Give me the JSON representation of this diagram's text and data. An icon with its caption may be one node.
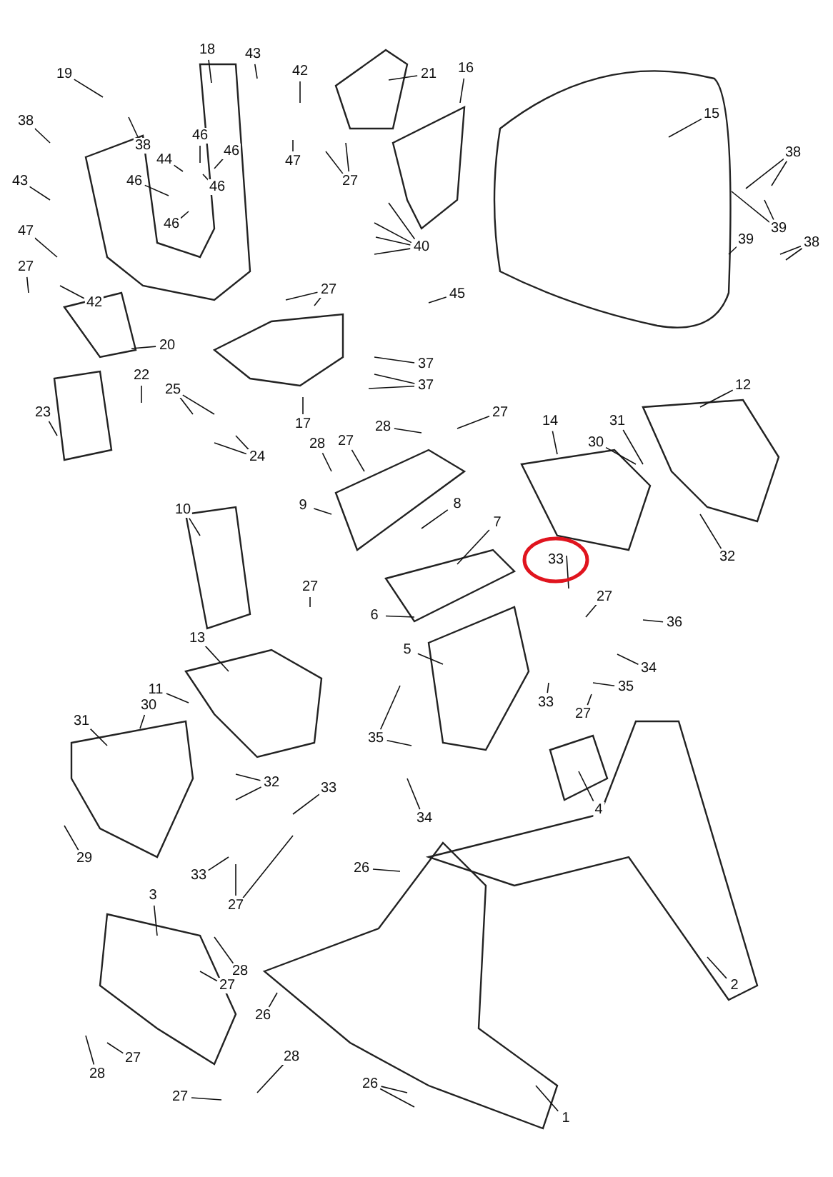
{
  "diagram": {
    "nodes": [
      {
        "text": [
          "19"
        ]
      },
      {
        "text": [
          "18"
        ]
      },
      {
        "text": [
          "43"
        ]
      },
      {
        "text": [
          "42"
        ]
      },
      {
        "text": [
          "21"
        ]
      },
      {
        "text": [
          "16"
        ]
      },
      {
        "text": [
          "15"
        ]
      },
      {
        "text": [
          "38"
        ]
      },
      {
        "text": [
          "38"
        ]
      },
      {
        "text": [
          "44"
        ]
      },
      {
        "text": [
          "46"
        ]
      },
      {
        "text": [
          "46"
        ]
      },
      {
        "text": [
          "47"
        ]
      },
      {
        "text": [
          "27"
        ]
      },
      {
        "text": [
          "38"
        ]
      },
      {
        "text": [
          "43"
        ]
      },
      {
        "text": [
          "46"
        ]
      },
      {
        "text": [
          "46"
        ]
      },
      {
        "text": [
          "46"
        ]
      },
      {
        "text": [
          "39"
        ]
      },
      {
        "text": [
          "47"
        ]
      },
      {
        "text": [
          "39"
        ]
      },
      {
        "text": [
          "38"
        ]
      },
      {
        "text": [
          "40"
        ]
      },
      {
        "text": [
          "27"
        ]
      },
      {
        "text": [
          "42"
        ]
      },
      {
        "text": [
          "27"
        ]
      },
      {
        "text": [
          "45"
        ]
      },
      {
        "text": [
          "20"
        ]
      },
      {
        "text": [
          "37"
        ]
      },
      {
        "text": [
          "37"
        ]
      },
      {
        "text": [
          "22"
        ]
      },
      {
        "text": [
          "25"
        ]
      },
      {
        "text": [
          "23"
        ]
      },
      {
        "text": [
          "12"
        ]
      },
      {
        "text": [
          "28"
        ]
      },
      {
        "text": [
          "27"
        ]
      },
      {
        "text": [
          "14"
        ]
      },
      {
        "text": [
          "31"
        ]
      },
      {
        "text": [
          "17"
        ]
      },
      {
        "text": [
          "30"
        ]
      },
      {
        "text": [
          "28"
        ]
      },
      {
        "text": [
          "27"
        ]
      },
      {
        "text": [
          "24"
        ]
      },
      {
        "text": [
          "9"
        ]
      },
      {
        "text": [
          "8"
        ]
      },
      {
        "text": [
          "10"
        ]
      },
      {
        "text": [
          "7"
        ]
      },
      {
        "text": [
          "32"
        ]
      },
      {
        "text": [],
        "shape": "circle"
      },
      {
        "text": [
          "33"
        ],
        "in": 49
      },
      {
        "text": [
          "27"
        ]
      },
      {
        "text": [
          "27"
        ]
      },
      {
        "text": [
          "6"
        ]
      },
      {
        "text": [
          "36"
        ]
      },
      {
        "text": [
          "13"
        ]
      },
      {
        "text": [
          "5"
        ]
      },
      {
        "text": [
          "34"
        ]
      },
      {
        "text": [
          "35"
        ]
      },
      {
        "text": [
          "11"
        ]
      },
      {
        "text": [
          "30"
        ]
      },
      {
        "text": [
          "33"
        ]
      },
      {
        "text": [
          "27"
        ]
      },
      {
        "text": [
          "31"
        ]
      },
      {
        "text": [
          "35"
        ]
      },
      {
        "text": [
          "32"
        ]
      },
      {
        "text": [
          "33"
        ]
      },
      {
        "text": [
          "4"
        ]
      },
      {
        "text": [
          "34"
        ]
      },
      {
        "text": [
          "29"
        ]
      },
      {
        "text": [
          "33"
        ]
      },
      {
        "text": [
          "26"
        ]
      },
      {
        "text": [
          "27"
        ]
      },
      {
        "text": [
          "3"
        ]
      },
      {
        "text": [
          "28"
        ]
      },
      {
        "text": [
          "27"
        ]
      },
      {
        "text": [
          "2"
        ]
      },
      {
        "text": [
          "26"
        ]
      },
      {
        "text": [
          "28"
        ]
      },
      {
        "text": [
          "27"
        ]
      },
      {
        "text": [
          "28"
        ]
      },
      {
        "text": [
          "27"
        ]
      },
      {
        "text": [
          "26"
        ]
      },
      {
        "text": [
          "1"
        ]
      }
    ],
    "edges": [
      {
        "from": 0,
        "to": null,
        "arrow": "none"
      },
      {
        "from": 1,
        "to": null,
        "arrow": "none"
      },
      {
        "from": 2,
        "to": null,
        "arrow": "none"
      },
      {
        "from": 3,
        "to": null,
        "arrow": "none"
      },
      {
        "from": 4,
        "to": null,
        "arrow": "none"
      },
      {
        "from": 5,
        "to": null,
        "arrow": "none"
      },
      {
        "from": 6,
        "to": null,
        "arrow": "none"
      },
      {
        "from": 7,
        "to": null,
        "arrow": "none"
      },
      {
        "from": 8,
        "to": null,
        "arrow": "none"
      },
      {
        "from": 9,
        "to": null,
        "arrow": "none"
      },
      {
        "from": 10,
        "to": null,
        "arrow": "none"
      },
      {
        "from": 11,
        "to": null,
        "arrow": "none"
      },
      {
        "from": 12,
        "to": null,
        "arrow": "none"
      },
      {
        "from": 13,
        "to": null,
        "arrow": "none"
      },
      {
        "from": 13,
        "to": null,
        "arrow": "none"
      },
      {
        "from": 14,
        "to": null,
        "arrow": "none"
      },
      {
        "from": 14,
        "to": null,
        "arrow": "none"
      },
      {
        "from": 15,
        "to": null,
        "arrow": "none"
      },
      {
        "from": 16,
        "to": null,
        "arrow": "none"
      },
      {
        "from": 17,
        "to": null,
        "arrow": "none"
      },
      {
        "from": 18,
        "to": null,
        "arrow": "none"
      },
      {
        "from": 19,
        "to": null,
        "arrow": "none"
      },
      {
        "from": 19,
        "to": null,
        "arrow": "none"
      },
      {
        "from": 20,
        "to": null,
        "arrow": "none"
      },
      {
        "from": 21,
        "to": null,
        "arrow": "none"
      },
      {
        "from": 22,
        "to": null,
        "arrow": "none"
      },
      {
        "from": 22,
        "to": null,
        "arrow": "none"
      },
      {
        "from": 23,
        "to": null,
        "arrow": "none"
      },
      {
        "from": 23,
        "to": null,
        "arrow": "none"
      },
      {
        "from": 23,
        "to": null,
        "arrow": "none"
      },
      {
        "from": 23,
        "to": null,
        "arrow": "none"
      },
      {
        "from": 24,
        "to": null,
        "arrow": "none"
      },
      {
        "from": 25,
        "to": null,
        "arrow": "none"
      },
      {
        "from": 26,
        "to": null,
        "arrow": "none"
      },
      {
        "from": 26,
        "to": null,
        "arrow": "none"
      },
      {
        "from": 27,
        "to": null,
        "arrow": "none"
      },
      {
        "from": 28,
        "to": null,
        "arrow": "none"
      },
      {
        "from": 29,
        "to": null,
        "arrow": "none"
      },
      {
        "from": 30,
        "to": null,
        "arrow": "none"
      },
      {
        "from": 30,
        "to": null,
        "arrow": "none"
      },
      {
        "from": 31,
        "to": null,
        "arrow": "none"
      },
      {
        "from": 32,
        "to": null,
        "arrow": "none"
      },
      {
        "from": 32,
        "to": null,
        "arrow": "none"
      },
      {
        "from": 33,
        "to": null,
        "arrow": "none"
      },
      {
        "from": 34,
        "to": null,
        "arrow": "none"
      },
      {
        "from": 35,
        "to": null,
        "arrow": "none"
      },
      {
        "from": 36,
        "to": null,
        "arrow": "none"
      },
      {
        "from": 37,
        "to": null,
        "arrow": "none"
      },
      {
        "from": 38,
        "to": null,
        "arrow": "none"
      },
      {
        "from": 39,
        "to": null,
        "arrow": "none"
      },
      {
        "from": 40,
        "to": null,
        "arrow": "none"
      },
      {
        "from": 41,
        "to": null,
        "arrow": "none"
      },
      {
        "from": 42,
        "to": null,
        "arrow": "none"
      },
      {
        "from": 43,
        "to": null,
        "arrow": "none"
      },
      {
        "from": 43,
        "to": null,
        "arrow": "none"
      },
      {
        "from": 44,
        "to": null,
        "arrow": "none"
      },
      {
        "from": 45,
        "to": null,
        "arrow": "none"
      },
      {
        "from": 46,
        "to": null,
        "arrow": "none"
      },
      {
        "from": 47,
        "to": null,
        "arrow": "none"
      },
      {
        "from": 48,
        "to": null,
        "arrow": "none"
      },
      {
        "from": 50,
        "to": null,
        "arrow": "none"
      },
      {
        "from": 51,
        "to": null,
        "arrow": "none"
      },
      {
        "from": 52,
        "to": null,
        "arrow": "none"
      },
      {
        "from": 53,
        "to": null,
        "arrow": "none"
      },
      {
        "from": 54,
        "to": null,
        "arrow": "none"
      },
      {
        "from": 55,
        "to": null,
        "arrow": "none"
      },
      {
        "from": 56,
        "to": null,
        "arrow": "none"
      },
      {
        "from": 57,
        "to": null,
        "arrow": "none"
      },
      {
        "from": 58,
        "to": null,
        "arrow": "none"
      },
      {
        "from": 59,
        "to": null,
        "arrow": "none"
      },
      {
        "from": 60,
        "to": null,
        "arrow": "none"
      },
      {
        "from": 61,
        "to": null,
        "arrow": "none"
      },
      {
        "from": 62,
        "to": null,
        "arrow": "none"
      },
      {
        "from": 63,
        "to": null,
        "arrow": "none"
      },
      {
        "from": 64,
        "to": null,
        "arrow": "none"
      },
      {
        "from": 64,
        "to": null,
        "arrow": "none"
      },
      {
        "from": 65,
        "to": null,
        "arrow": "none"
      },
      {
        "from": 65,
        "to": null,
        "arrow": "none"
      },
      {
        "from": 66,
        "to": null,
        "arrow": "none"
      },
      {
        "from": 67,
        "to": null,
        "arrow": "none"
      },
      {
        "from": 68,
        "to": null,
        "arrow": "none"
      },
      {
        "from": 69,
        "to": null,
        "arrow": "none"
      },
      {
        "from": 70,
        "to": null,
        "arrow": "none"
      },
      {
        "from": 71,
        "to": null,
        "arrow": "none"
      },
      {
        "from": 72,
        "to": null,
        "arrow": "none"
      },
      {
        "from": 72,
        "to": null,
        "arrow": "none"
      },
      {
        "from": 73,
        "to": null,
        "arrow": "none"
      },
      {
        "from": 74,
        "to": null,
        "arrow": "none"
      },
      {
        "from": 75,
        "to": null,
        "arrow": "none"
      },
      {
        "from": 76,
        "to": null,
        "arrow": "none"
      },
      {
        "from": 77,
        "to": null,
        "arrow": "none"
      },
      {
        "from": 78,
        "to": null,
        "arrow": "none"
      },
      {
        "from": 79,
        "to": null,
        "arrow": "none"
      },
      {
        "from": 80,
        "to": null,
        "arrow": "none"
      },
      {
        "from": 81,
        "to": null,
        "arrow": "none"
      },
      {
        "from": 82,
        "to": null,
        "arrow": "none"
      },
      {
        "from": 82,
        "to": null,
        "arrow": "none"
      },
      {
        "from": 83,
        "to": null,
        "arrow": "none"
      }
    ]
  }
}
